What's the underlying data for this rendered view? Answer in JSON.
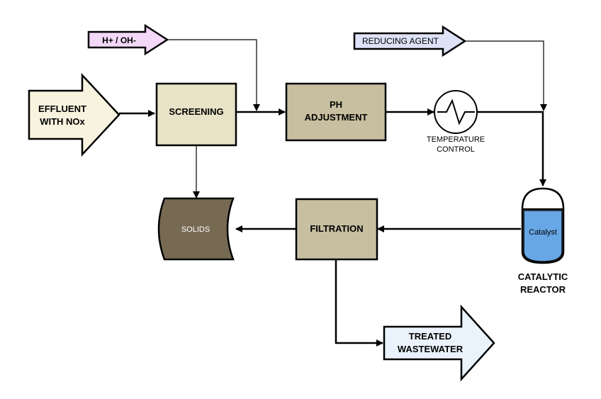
{
  "inputs": {
    "effluent": [
      "EFFLUENT",
      "WITH NOx"
    ],
    "ph_chem": "H+ / OH-",
    "reducing_agent": "REDUCING AGENT"
  },
  "units": {
    "screening": "SCREENING",
    "ph_adjustment": [
      "PH",
      "ADJUSTMENT"
    ],
    "filtration": "FILTRATION",
    "solids": "SOLIDS"
  },
  "temperature_control": [
    "TEMPERATURE",
    "CONTROL"
  ],
  "reactor": {
    "inner_label": "Catalyst",
    "label": [
      "CATALYTIC",
      "REACTOR"
    ]
  },
  "output": [
    "TREATED",
    "WASTEWATER"
  ],
  "colors": {
    "effluent_arrow": "#f7f3df",
    "ph_chem_arrow": "#f3d9f7",
    "reducing_agent_arrow": "#dde2f7",
    "output_arrow": "#eaf2fb",
    "screening_box": "#e8e2c6",
    "ph_box": "#c7bfa0",
    "filtration_box": "#c7bfa0",
    "solids_fill": "#776a53",
    "catalyst_fill": "#67a7e6",
    "reactor_fill": "#ffffff"
  }
}
